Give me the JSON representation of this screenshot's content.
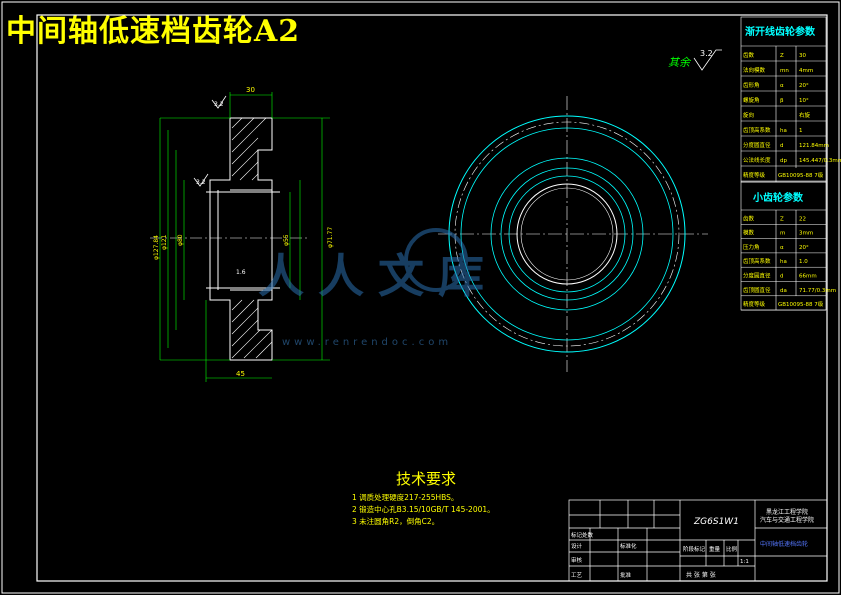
{
  "title": "中间轴低速档齿轮A2",
  "roughness_note": {
    "prefix": "其余",
    "value": "3.2"
  },
  "tech_requirements": {
    "heading": "技术要求",
    "items": [
      "1 调质处理硬度217-255HBS。",
      "2 锻造中心孔B3.15/10GB/T 145-2001。",
      "3 未注圆角R2，倒角C2。"
    ]
  },
  "param_table_1": {
    "heading": "渐开线齿轮参数",
    "rows": [
      {
        "name": "齿数",
        "sym": "Z",
        "val": "30"
      },
      {
        "name": "法向模数",
        "sym": "mn",
        "val": "4mm"
      },
      {
        "name": "齿形角",
        "sym": "α",
        "val": "20°"
      },
      {
        "name": "螺旋角",
        "sym": "β",
        "val": "10°"
      },
      {
        "name": "旋向",
        "sym": "",
        "val": "右旋"
      },
      {
        "name": "齿顶高系数",
        "sym": "ha",
        "val": "1"
      },
      {
        "name": "分度圆直径",
        "sym": "d",
        "val": "121.84mm"
      },
      {
        "name": "公法线长度",
        "sym": "dp",
        "val": "145.447/0.3mm"
      },
      {
        "name": "精度等级",
        "sym": "",
        "val": "GB10095-88  7级"
      }
    ]
  },
  "param_table_2": {
    "heading": "小齿轮参数",
    "rows": [
      {
        "name": "齿数",
        "sym": "Z",
        "val": "22"
      },
      {
        "name": "模数",
        "sym": "m",
        "val": "3mm"
      },
      {
        "name": "压力角",
        "sym": "α",
        "val": "20°"
      },
      {
        "name": "齿顶高系数",
        "sym": "ha",
        "val": "1.0"
      },
      {
        "name": "分度圆直径",
        "sym": "d",
        "val": "66mm"
      },
      {
        "name": "齿顶圆直径",
        "sym": "da",
        "val": "71.77/0.3mm"
      },
      {
        "name": "精度等级",
        "sym": "",
        "val": "GB10095-88  7级"
      }
    ]
  },
  "title_block": {
    "drawing_no": "ZG6S1W1",
    "school_line1": "黑龙江工程学院",
    "school_line2": "汽车与交通工程学院",
    "school_label": "中间轴低速档齿轮",
    "stage_label": "阶段标记",
    "weight_label": "重量",
    "scale_label": "比例",
    "scale_value": "1:1",
    "sheets_label": "共 张  第 张",
    "mark_label": "标记处数",
    "design_label": "设计",
    "check_label": "审核",
    "process_label": "工艺",
    "std_label": "标准化",
    "approve_label": "批准"
  },
  "watermark": {
    "text": "人人文库",
    "url": "www.renrendoc.com"
  },
  "dims": {
    "width_top": "30",
    "width_bottom": "45",
    "bore": "φ55",
    "da": "φ127.84",
    "hub": "φ80",
    "small": "φ71.77",
    "d": "φ121",
    "r1": "3.2",
    "r2": "3.2",
    "r3": "1.6"
  },
  "colors": {
    "background": "#000000",
    "lines": "#ffffff",
    "text": "#ffff00",
    "dims": "#00ff00",
    "cyan": "#00ffff",
    "hatch": "#ffff00"
  }
}
